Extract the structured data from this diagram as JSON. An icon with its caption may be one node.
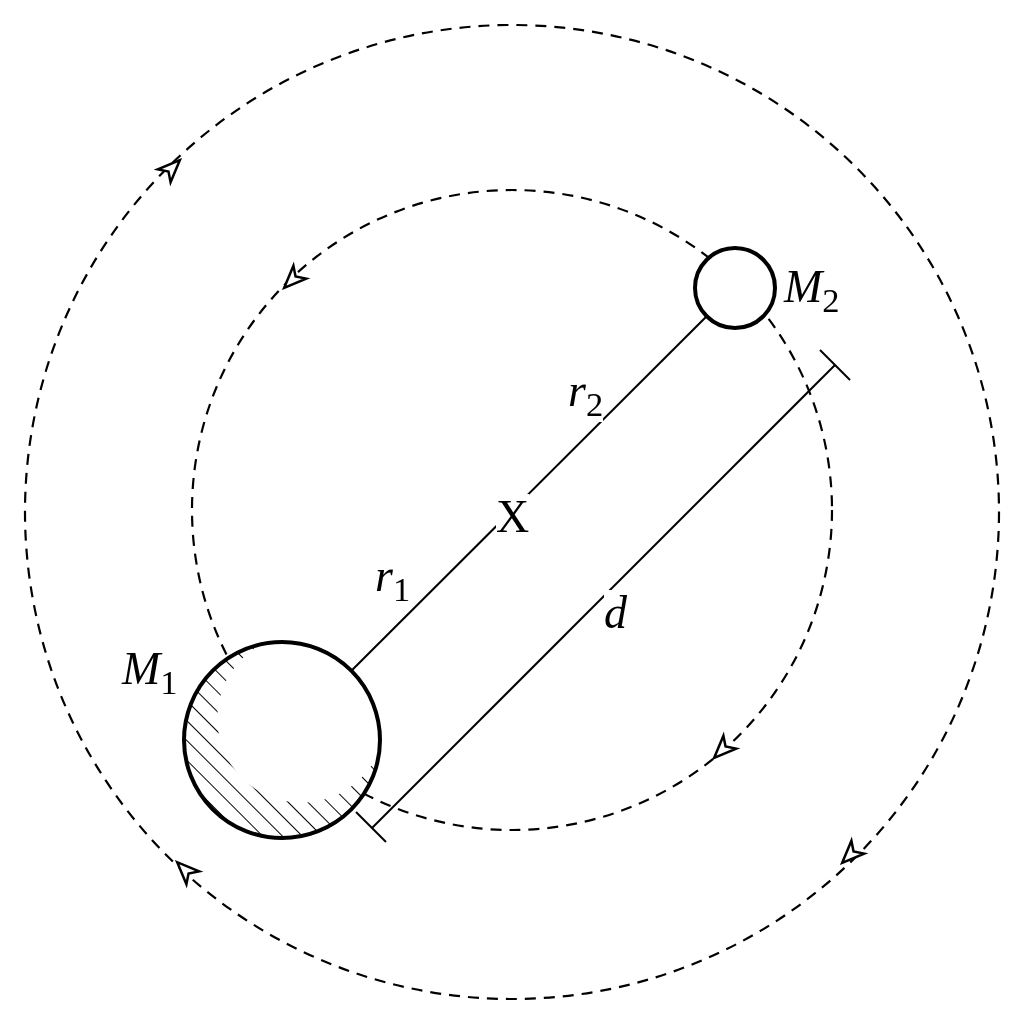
{
  "diagram": {
    "nodes": [
      {
        "text": [
          "*M*$_{2}$"
        ]
      },
      {
        "text": [
          "*M*$_{1}$"
        ]
      }
    ],
    "edges": [
      {
        "from": 1,
        "to": 0,
        "arrow": "none"
      }
    ],
    "labels": [
      "*r*$_{2}$",
      "X",
      "*r*$_{1}$",
      "*d*"
    ]
  }
}
